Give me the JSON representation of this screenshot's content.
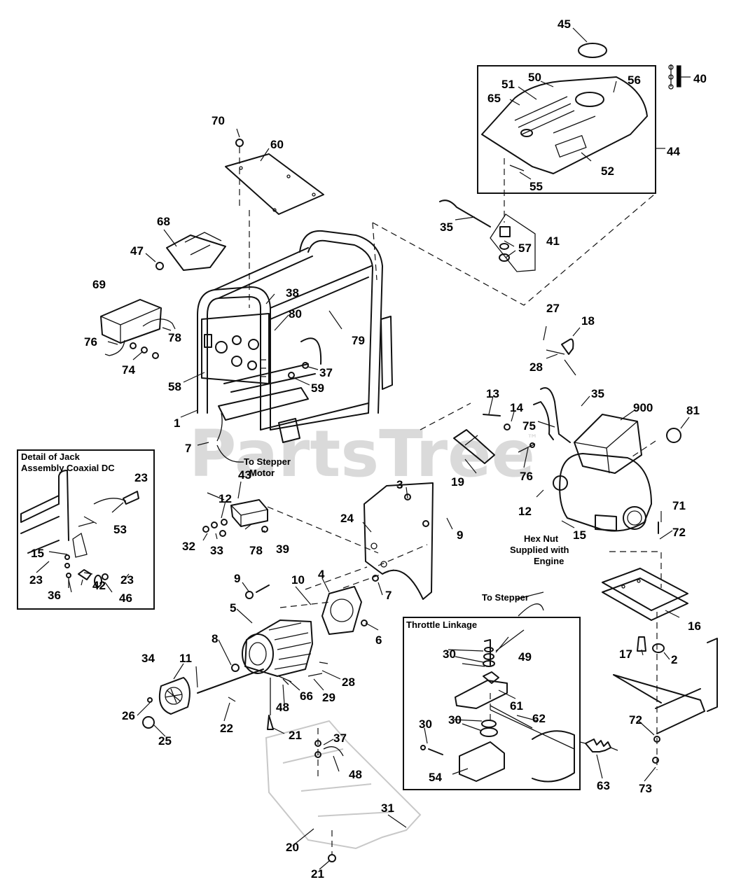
{
  "watermark": {
    "text": "PartsTree",
    "trademark": "™"
  },
  "notes": {
    "to_stepper_motor_1": "To Stepper",
    "to_stepper_motor_2": "Motor",
    "hex_nut_1": "Hex Nut",
    "hex_nut_2": "Supplied with",
    "hex_nut_3": "Engine",
    "to_stepper": "To Stepper"
  },
  "insets": {
    "jack_detail_title_1": "Detail of Jack",
    "jack_detail_title_2": "Assembly Coaxial DC",
    "throttle_linkage_title": "Throttle Linkage"
  },
  "callouts": [
    "45",
    "40",
    "50",
    "56",
    "51",
    "65",
    "44",
    "52",
    "55",
    "70",
    "60",
    "35",
    "57",
    "41",
    "68",
    "47",
    "69",
    "38",
    "80",
    "78",
    "79",
    "76",
    "74",
    "37",
    "58",
    "59",
    "1",
    "7",
    "27",
    "18",
    "28",
    "35",
    "13",
    "14",
    "900",
    "81",
    "75",
    "76",
    "19",
    "43",
    "12",
    "23",
    "53",
    "15",
    "23",
    "42",
    "23",
    "36",
    "46",
    "3",
    "24",
    "9",
    "32",
    "33",
    "78",
    "39",
    "12",
    "15",
    "71",
    "72",
    "16",
    "9",
    "10",
    "4",
    "5",
    "7",
    "6",
    "8",
    "34",
    "11",
    "28",
    "66",
    "29",
    "26",
    "22",
    "48",
    "25",
    "21",
    "49",
    "30",
    "61",
    "62",
    "30",
    "30",
    "54",
    "63",
    "17",
    "2",
    "72",
    "73",
    "37",
    "48",
    "31",
    "20",
    "21"
  ]
}
